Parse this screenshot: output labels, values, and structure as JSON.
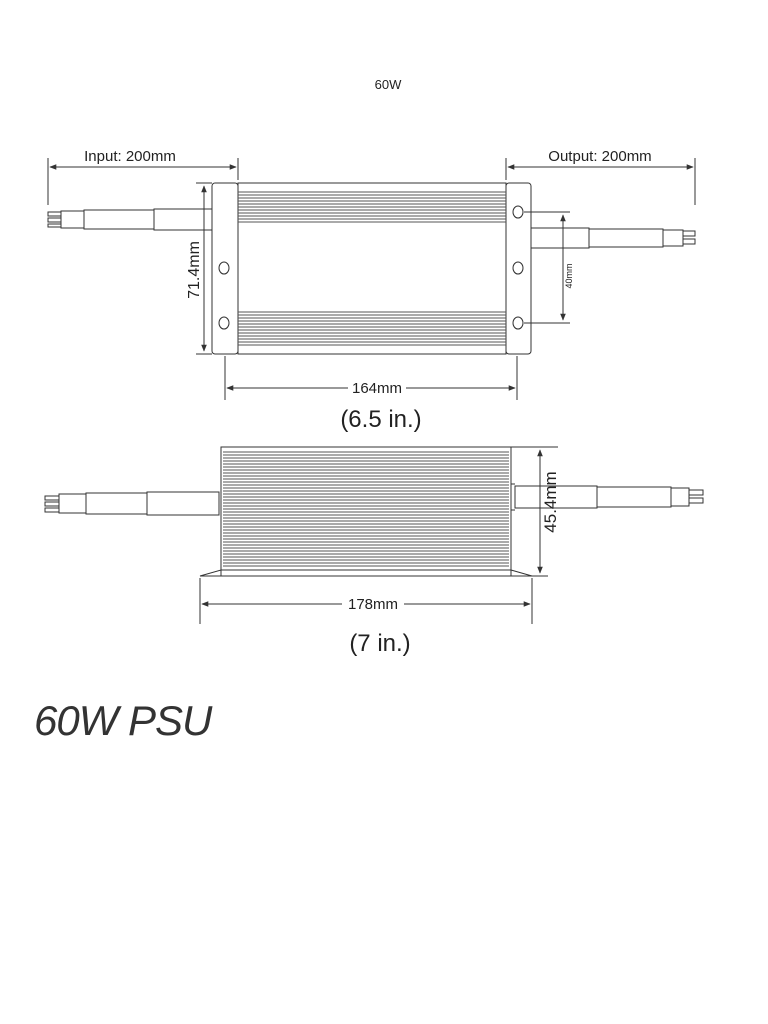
{
  "header": {
    "title": "60W"
  },
  "top_view": {
    "input_label": "Input: 200mm",
    "output_label": "Output:  200mm",
    "height_label": "71.4mm",
    "mount_spacing_label": "40mm",
    "length_label": "164mm",
    "length_inches_label": "(6.5 in.)"
  },
  "side_view": {
    "height_label": "45.4mm",
    "length_label": "178mm",
    "length_inches_label": "(7 in.)"
  },
  "caption": {
    "text": "60W PSU"
  },
  "colors": {
    "line": "#333333",
    "fin": "#555555",
    "body": "#ffffff"
  }
}
